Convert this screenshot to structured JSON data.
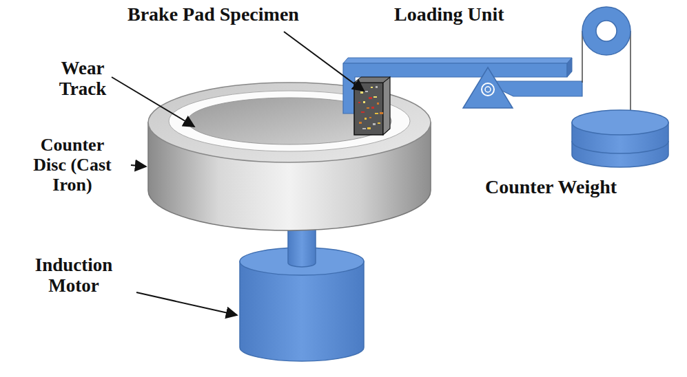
{
  "diagram": {
    "labels": [
      "Brake Pad Specimen",
      "Loading Unit",
      "Wear Track",
      "Counter Disc (Cast Iron)",
      "Counter Weight",
      "Induction Motor"
    ]
  }
}
